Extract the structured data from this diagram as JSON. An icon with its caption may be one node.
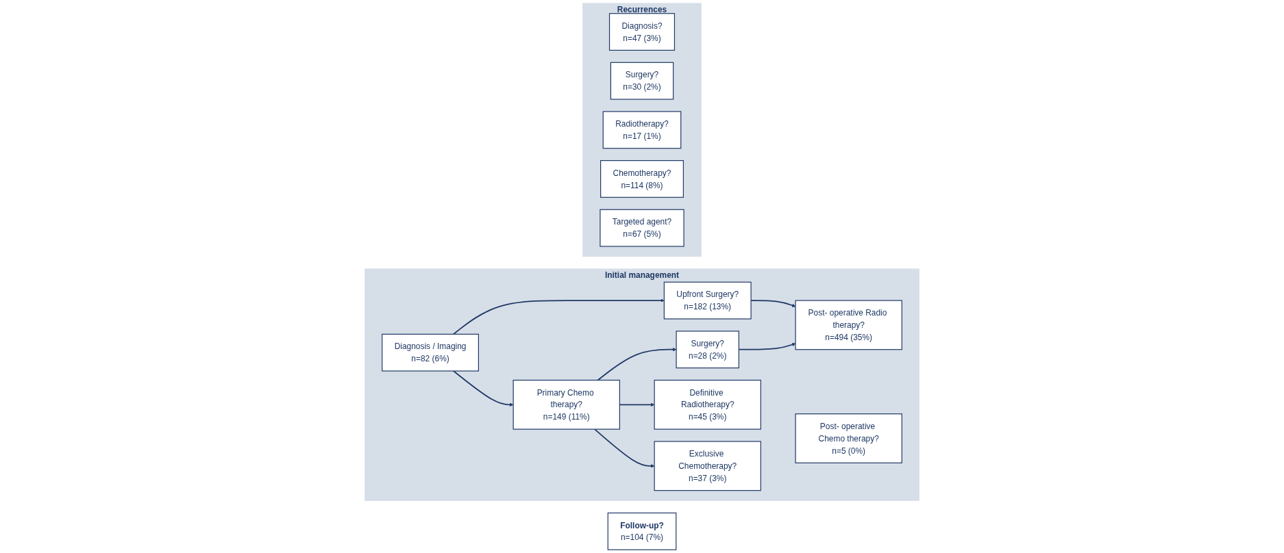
{
  "diagram": {
    "nodes": [
      {
        "text": [
          "Initial management"
        ]
      },
      {
        "text": [
          "Diagnosis / Imaging",
          "n=82 (6%)"
        ],
        "in": 0
      },
      {
        "text": [
          "Upfront Surgery?",
          "n=182 (13%)"
        ],
        "in": 0
      },
      {
        "text": [
          "Post- operative Radio therapy?",
          "n=494 (35%)"
        ],
        "in": 0
      },
      {
        "text": [
          "Post- operative Chemo therapy?",
          "n=5 (0%)"
        ],
        "in": 0
      },
      {
        "text": [
          "Primary Chemo therapy?",
          "n=149 (11%)"
        ],
        "in": 0
      },
      {
        "text": [
          "Surgery?",
          "n=28 (2%)"
        ],
        "in": 0
      },
      {
        "text": [
          "Definitive Radiotherapy?",
          "n=45 (3%)"
        ],
        "in": 0
      },
      {
        "text": [
          "Exclusive Chemotherapy?",
          "n=37 (3%)"
        ],
        "in": 0
      },
      {
        "text": [
          "Follow-up?",
          "n=104 (7%)"
        ]
      },
      {
        "text": [
          "Recurrences"
        ]
      },
      {
        "text": [
          "Diagnosis?",
          "n=47 (3%)"
        ],
        "in": 10
      },
      {
        "text": [
          "Surgery?",
          "n=30 (2%)"
        ],
        "in": 10
      },
      {
        "text": [
          "Radiotherapy?",
          "n=17 (1%)"
        ],
        "in": 10
      },
      {
        "text": [
          "Chemotherapy?",
          "n=114 (8%)"
        ],
        "in": 10
      },
      {
        "text": [
          "Targeted agent?",
          "n=67 (5%)"
        ],
        "in": 10
      }
    ],
    "edges": [
      {
        "from": 1,
        "to": 2,
        "arrow": "to"
      },
      {
        "from": 1,
        "to": 5,
        "arrow": "to"
      },
      {
        "from": 2,
        "to": 3,
        "arrow": "to"
      },
      {
        "from": 5,
        "to": 6,
        "arrow": "to"
      },
      {
        "from": 5,
        "to": 7,
        "arrow": "to"
      },
      {
        "from": 5,
        "to": 8,
        "arrow": "to"
      },
      {
        "from": 6,
        "to": 3,
        "arrow": "to"
      }
    ]
  }
}
